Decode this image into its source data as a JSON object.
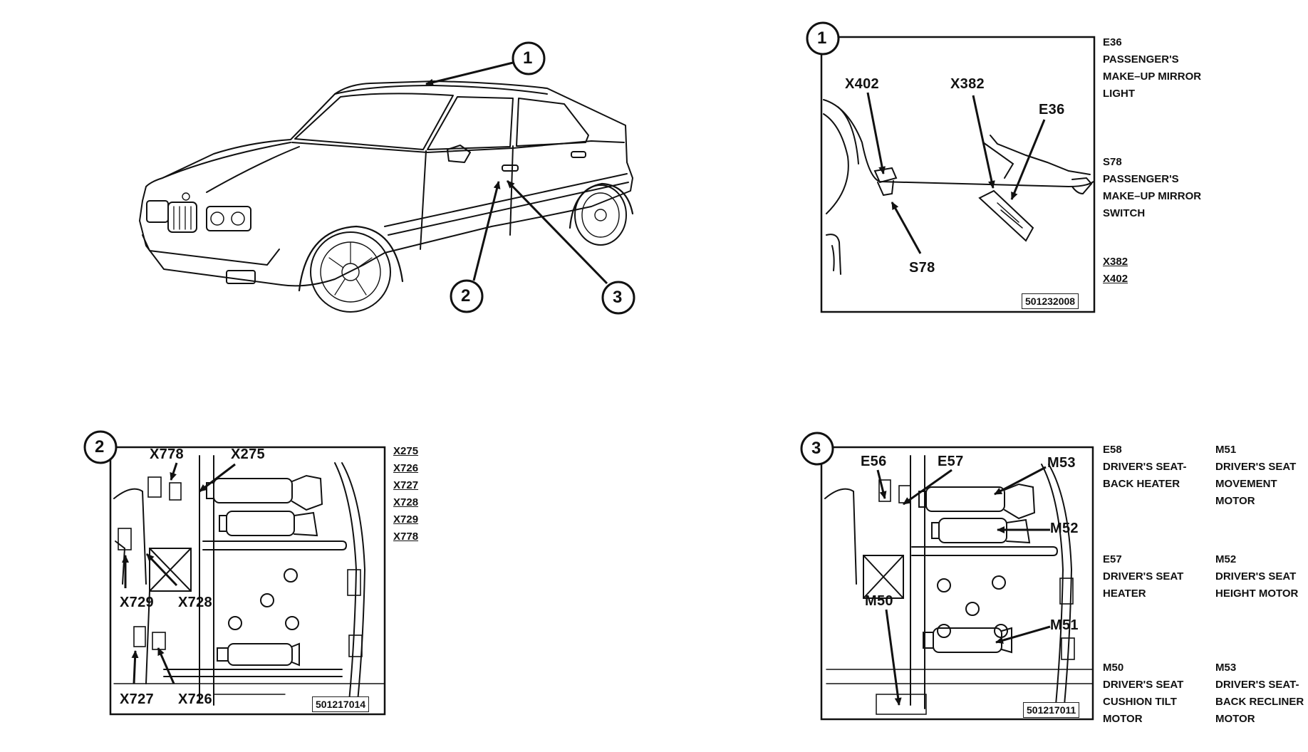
{
  "callouts": {
    "c1": "1",
    "c2": "2",
    "c3": "3"
  },
  "panel1": {
    "callout": "1",
    "labels": {
      "x402": "X402",
      "x382": "X382",
      "e36": "E36",
      "s78": "S78"
    },
    "code": "501232008",
    "captions": {
      "e36": {
        "code": "E36",
        "lines": [
          "PASSENGER'S",
          "MAKE–UP MIRROR",
          "LIGHT"
        ]
      },
      "s78": {
        "code": "S78",
        "lines": [
          "PASSENGER'S",
          "MAKE–UP MIRROR",
          "SWITCH"
        ]
      }
    },
    "refs": [
      "X382",
      "X402"
    ]
  },
  "panel2": {
    "callout": "2",
    "labels": {
      "x778": "X778",
      "x275": "X275",
      "x729": "X729",
      "x728": "X728",
      "x727": "X727",
      "x726": "X726"
    },
    "code": "501217014",
    "refs": [
      "X275",
      "X726",
      "X727",
      "X728",
      "X729",
      "X778"
    ]
  },
  "panel3": {
    "callout": "3",
    "labels": {
      "e56": "E56",
      "e57": "E57",
      "m53": "M53",
      "m52": "M52",
      "m50": "M50",
      "m51": "M51"
    },
    "code": "501217011",
    "captions": {
      "e58": {
        "code": "E58",
        "lines": [
          "DRIVER'S SEAT-",
          "BACK HEATER"
        ]
      },
      "m51": {
        "code": "M51",
        "lines": [
          "DRIVER'S SEAT",
          "MOVEMENT",
          "MOTOR"
        ]
      },
      "e57": {
        "code": "E57",
        "lines": [
          "DRIVER'S SEAT",
          "HEATER"
        ]
      },
      "m52": {
        "code": "M52",
        "lines": [
          "DRIVER'S SEAT",
          "HEIGHT MOTOR"
        ]
      },
      "m50": {
        "code": "M50",
        "lines": [
          "DRIVER'S SEAT",
          "CUSHION TILT",
          "MOTOR"
        ]
      },
      "m53": {
        "code": "M53",
        "lines": [
          "DRIVER'S SEAT-",
          "BACK RECLINER",
          "MOTOR"
        ]
      }
    }
  }
}
